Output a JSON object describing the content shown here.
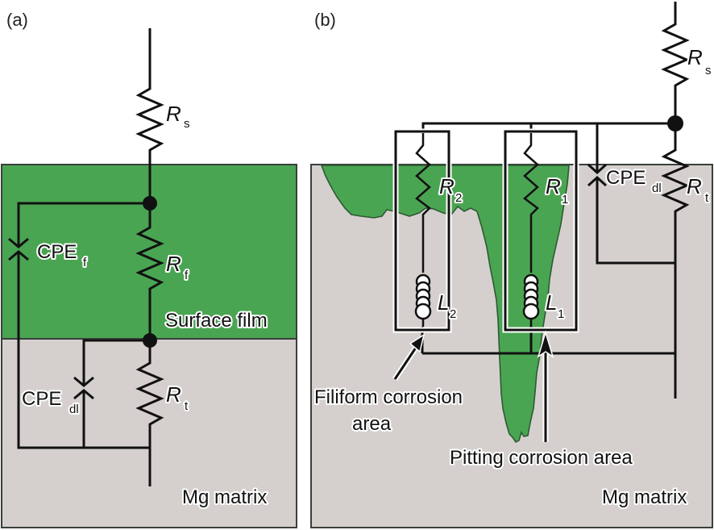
{
  "colors": {
    "surface_film": "#4aa552",
    "mg_matrix": "#d5d0ce",
    "wire": "#111111",
    "background": "#ffffff"
  },
  "panel_a": {
    "label": "(a)",
    "components": {
      "Rs": {
        "main": "R",
        "sub": "s"
      },
      "Rf": {
        "main": "R",
        "sub": "f"
      },
      "Rt": {
        "main": "R",
        "sub": "t"
      },
      "CPEf": {
        "main": "CPE",
        "sub": "f"
      },
      "CPEdl": {
        "main": "CPE",
        "sub": "dl"
      }
    },
    "regions": {
      "surface_film": "Surface film",
      "mg_matrix": "Mg matrix"
    }
  },
  "panel_b": {
    "label": "(b)",
    "components": {
      "Rs": {
        "main": "R",
        "sub": "s"
      },
      "Rt": {
        "main": "R",
        "sub": "t"
      },
      "CPEdl": {
        "main": "CPE",
        "sub": "dl"
      },
      "R1": {
        "main": "R",
        "sub": "1"
      },
      "R2": {
        "main": "R",
        "sub": "2"
      },
      "L1": {
        "main": "L",
        "sub": "1"
      },
      "L2": {
        "main": "L",
        "sub": "2"
      }
    },
    "annotations": {
      "filiform_line1": "Filiform corrosion",
      "filiform_line2": "area",
      "pitting": "Pitting corrosion area"
    },
    "regions": {
      "mg_matrix": "Mg matrix"
    }
  }
}
